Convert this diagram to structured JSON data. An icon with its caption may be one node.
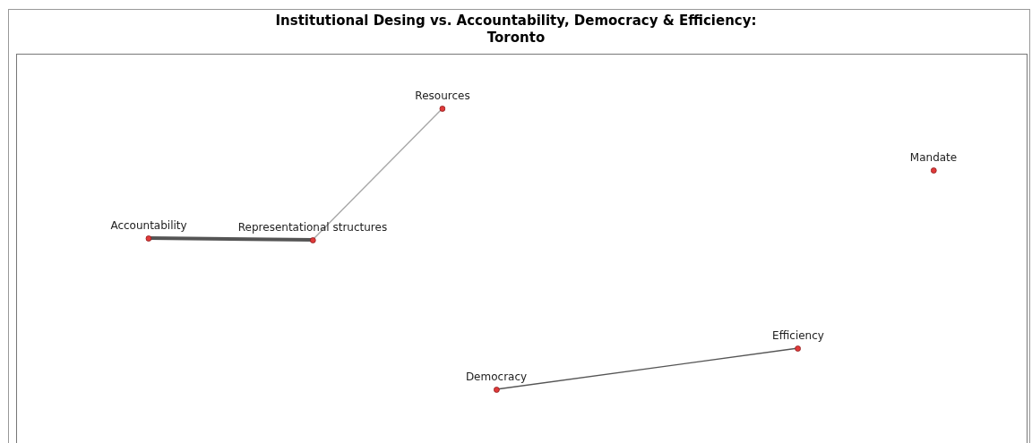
{
  "diagram": {
    "title": "Institutional Desing vs. Accountability, Democracy & Efficiency: Toronto",
    "nodes": [
      {
        "text": [
          "Resources"
        ]
      },
      {
        "text": [
          "Mandate"
        ]
      },
      {
        "text": [
          "Accountability"
        ]
      },
      {
        "text": [
          "Representational structures"
        ]
      },
      {
        "text": [
          "Efficiency"
        ]
      },
      {
        "text": [
          "Democracy"
        ]
      }
    ],
    "edges": [
      {
        "from": 3,
        "to": 0,
        "arrow": "none",
        "color": "#a8a8a8"
      },
      {
        "from": 2,
        "to": 3,
        "arrow": "none",
        "style": "thick"
      },
      {
        "from": 5,
        "to": 4,
        "arrow": "none"
      }
    ]
  }
}
